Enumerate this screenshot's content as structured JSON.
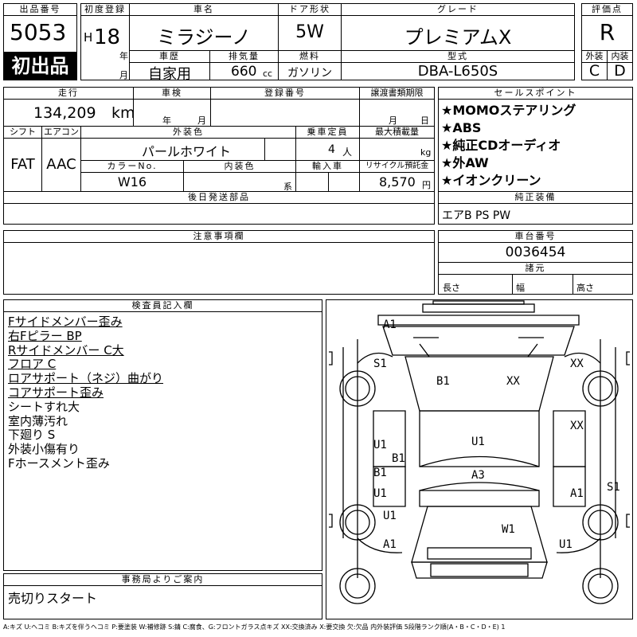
{
  "header": {
    "lot_label": "出品番号",
    "lot_number": "5053",
    "first_listing": "初出品",
    "reg_label": "初度登録",
    "era": "H",
    "year": "18",
    "year_unit": "年",
    "month_unit": "月",
    "car_name_label": "車名",
    "car_name": "ミラジーノ",
    "door_label": "ドア形状",
    "door": "5W",
    "grade_label": "グレード",
    "grade": "プレミアムX",
    "score_label": "評価点",
    "score": "R",
    "history_label": "車歴",
    "history": "自家用",
    "displacement_label": "排気量",
    "displacement": "660",
    "displacement_unit": "cc",
    "fuel_label": "燃料",
    "fuel": "ガソリン",
    "model_label": "型式",
    "model": "DBA-L650S",
    "exterior_label": "外装",
    "interior_label": "内装",
    "exterior_grade": "C",
    "interior_grade": "D"
  },
  "row2": {
    "mileage_label": "走行",
    "mileage": "134,209",
    "mileage_unit": "km",
    "inspection_label": "車検",
    "year_unit": "年",
    "month_unit": "月",
    "plate_label": "登録番号",
    "transfer_label": "譲渡書類期限",
    "day_unit": "日",
    "shift_label": "シフト",
    "shift": "FAT",
    "ac_label": "エアコン",
    "ac": "AAC",
    "color_label": "外装色",
    "color": "パールホワイト",
    "capacity_label": "乗車定員",
    "capacity": "4",
    "capacity_unit": "人",
    "load_label": "最大積載量",
    "load_unit": "kg",
    "color_no_label": "カラーNo.",
    "color_no": "W16",
    "interior_color_label": "内装色",
    "interior_color_unit": "系",
    "import_label": "輸入車",
    "recycle_label": "リサイクル預託金",
    "recycle": "8,570",
    "recycle_unit": "円",
    "later_parts_label": "後日発送部品"
  },
  "sales": {
    "label": "セールスポイント",
    "points": [
      "★MOMOステアリング",
      "★ABS",
      "★純正CDオーディオ",
      "★外AW",
      "★イオンクリーン"
    ]
  },
  "equipment": {
    "label": "純正装備",
    "value": "エアB PS PW"
  },
  "caution": {
    "label": "注意事項欄"
  },
  "chassis": {
    "label": "車台番号",
    "value": "0036454",
    "dims_label": "諸元",
    "length": "長さ",
    "width": "幅",
    "height": "高さ"
  },
  "inspector": {
    "label": "検査員記入欄",
    "lines": [
      {
        "text": "Fサイドメンバー歪み",
        "u": true
      },
      {
        "text": "右Fピラー BP",
        "u": true
      },
      {
        "text": "Rサイドメンバー C大",
        "u": true
      },
      {
        "text": "フロア C",
        "u": true
      },
      {
        "text": "ロアサポート（ネジ）曲がり",
        "u": true
      },
      {
        "text": "コアサポート歪み",
        "u": true
      },
      {
        "text": "シートすれ大",
        "u": false
      },
      {
        "text": "室内薄汚れ",
        "u": false
      },
      {
        "text": "下廻り S",
        "u": false
      },
      {
        "text": "外装小傷有り",
        "u": false
      },
      {
        "text": "Fホースメント歪み",
        "u": false
      }
    ]
  },
  "office": {
    "label": "事務局よりご案内",
    "value": "売切りスタート"
  },
  "diagram_codes": {
    "a1_top": "A1",
    "s1_left": "S1",
    "b1_front": "B1",
    "xx_center": "XX",
    "xx_right_front": "XX",
    "xx_right_mid": "XX",
    "u1_left_front": "U1",
    "b1_left_mid": "B1",
    "u1_center": "U1",
    "b1_left_rear": "B1",
    "a3_center": "A3",
    "u1_left_rear": "U1",
    "a1_right": "A1",
    "s1_right": "S1",
    "u1_left_low": "U1",
    "w1_rear": "W1",
    "a1_left_low": "A1",
    "u1_right_low": "U1"
  },
  "legend": "A:キズ U:ヘコミ B:キズを伴うヘコミ P:要塗装 W:補修跡 S:錆 C:腐食、G:フロントガラス点キズ XX:交換済み X:要交換 欠:欠品 内外装評価 5段階ランク順(A・B・C・D・E) 1"
}
